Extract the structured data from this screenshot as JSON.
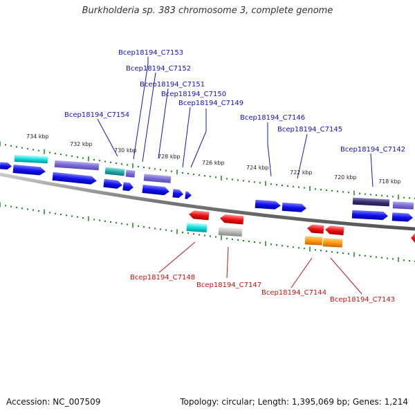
{
  "title": "Burkholderia sp. 383 chromosome 3, complete genome",
  "footer": {
    "accession": "Accession: NC_007509",
    "summary": "Topology: circular; Length: 1,395,069 bp; Genes: 1,214"
  },
  "colors": {
    "forward_label": "#1111cc",
    "reverse_label": "#cc1111",
    "backbone": "#888888",
    "tick": "#118811"
  },
  "ticks": [
    "734 kbp",
    "732 kbp",
    "730 kbp",
    "728 kbp",
    "726 kbp",
    "724 kbp",
    "722 kbp",
    "720 kbp",
    "718 kbp"
  ],
  "forward_genes": [
    "Bcep18194_C7153",
    "Bcep18194_C7152",
    "Bcep18194_C7151",
    "Bcep18194_C7150",
    "Bcep18194_C7149",
    "Bcep18194_C7154",
    "Bcep18194_C7146",
    "Bcep18194_C7145",
    "Bcep18194_C7142"
  ],
  "reverse_genes": [
    "Bcep18194_C7148",
    "Bcep18194_C7147",
    "Bcep18194_C7144",
    "Bcep18194_C7143"
  ]
}
